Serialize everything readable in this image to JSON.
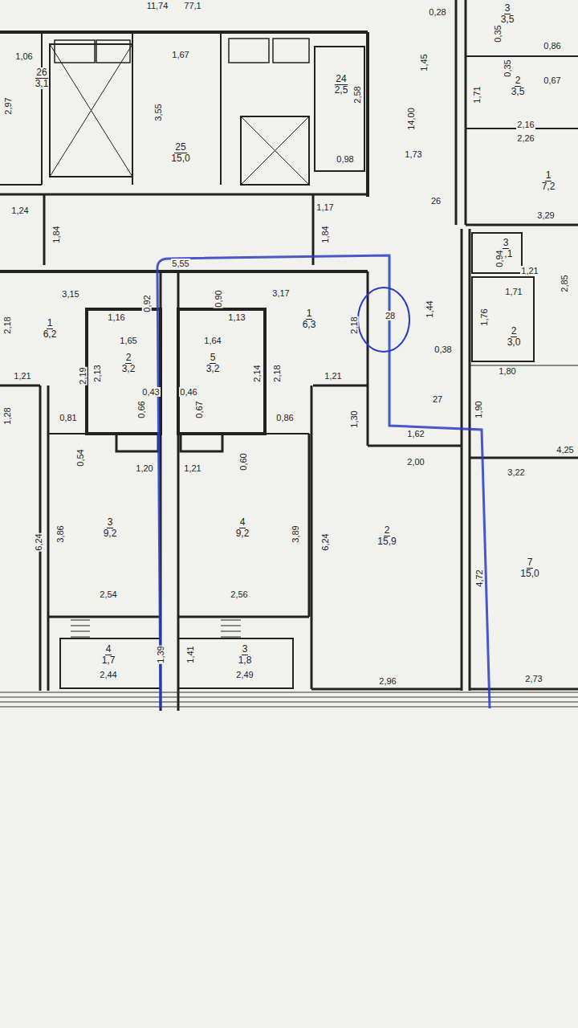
{
  "diagram": {
    "nodes": [
      {
        "text": [
          "26",
          "3,1"
        ]
      },
      {
        "text": [
          "25",
          "15,0"
        ]
      },
      {
        "text": [
          "24",
          "2,5"
        ]
      },
      {
        "text": [
          "3",
          "3,5"
        ]
      },
      {
        "text": [
          "2",
          "3,5"
        ]
      },
      {
        "text": [
          "1",
          "7,2"
        ]
      },
      {
        "text": [
          "3",
          "1,1"
        ]
      },
      {
        "text": [
          "1",
          "6,2"
        ]
      },
      {
        "text": [
          "2",
          "3,2"
        ]
      },
      {
        "text": [
          "5",
          "3,2"
        ]
      },
      {
        "text": [
          "1",
          "6,3"
        ]
      },
      {
        "text": [
          "2",
          "3,0"
        ]
      },
      {
        "text": [
          "3",
          "9,2"
        ]
      },
      {
        "text": [
          "4",
          "9,2"
        ]
      },
      {
        "text": [
          "2",
          "15,9"
        ]
      },
      {
        "text": [
          "7",
          "15,0"
        ]
      },
      {
        "text": [
          "4",
          "1,7"
        ]
      },
      {
        "text": [
          "3",
          "1,8"
        ]
      }
    ],
    "labels": [
      "11,74",
      "77,1",
      "1,06",
      "2,97",
      "1,67",
      "3,55",
      "2,58",
      "0,98",
      "1,24",
      "1,84",
      "1,17",
      "1,84",
      "0,28",
      "1,45",
      "14,00",
      "1,73",
      "26",
      "0,35",
      "0,86",
      "1,71",
      "0,35",
      "0,67",
      "2,16",
      "2,26",
      "3,29",
      "5,55",
      "3,15",
      "0,92",
      "0,90",
      "3,17",
      "1,16",
      "1,13",
      "2,18",
      "0,94",
      "1,21",
      "2,85",
      "1,71",
      "1,44",
      "1,76",
      "28",
      "2,18",
      "1,65",
      "1,64",
      "0,38",
      "1,80",
      "2,19",
      "2,13",
      "2,14",
      "2,18",
      "1,21",
      "1,21",
      "0,43",
      "0,46",
      "27",
      "0,66",
      "0,67",
      "1,90",
      "1,28",
      "0,81",
      "0,86",
      "1,30",
      "1,62",
      "4,25",
      "0,54",
      "0,60",
      "2,00",
      "1,20",
      "1,21",
      "3,22",
      "3,86",
      "6,24",
      "3,89",
      "6,24",
      "4,72",
      "2,54",
      "2,56",
      "1,39",
      "1,41",
      "2,44",
      "2,49",
      "2,96",
      "2,73"
    ]
  }
}
